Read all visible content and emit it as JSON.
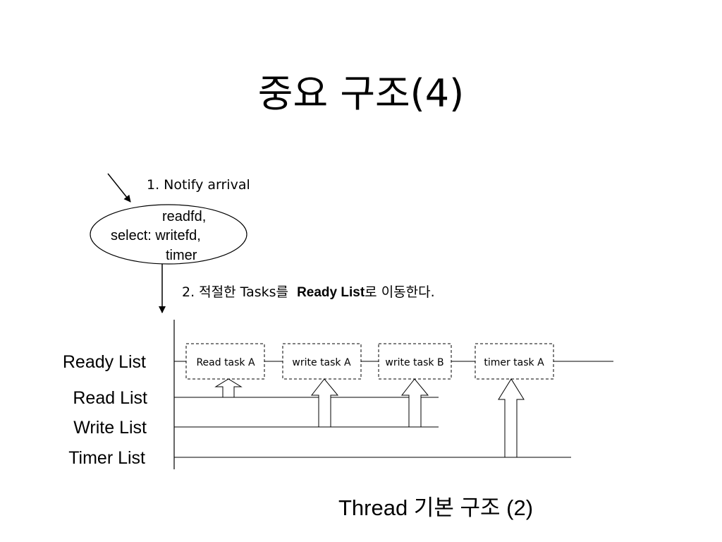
{
  "title": "중요 구조(4)",
  "subtitle": "Thread 기본 구조 (2)",
  "step1": "1. Notify arrival",
  "select_box": {
    "line1": "readfd,",
    "line2": "select: writefd,",
    "line3": "timer"
  },
  "step2": {
    "prefix": "2. 적절한 Tasks를 ",
    "bold": "Ready List",
    "suffix": "로 이동한다."
  },
  "lists": {
    "ready": "Ready List",
    "read": "Read List",
    "write": "Write List",
    "timer": "Timer List"
  },
  "tasks": [
    "Read task A",
    "write task A",
    "write task B",
    "timer task A"
  ],
  "colors": {
    "line": "#000000",
    "background": "#ffffff"
  }
}
